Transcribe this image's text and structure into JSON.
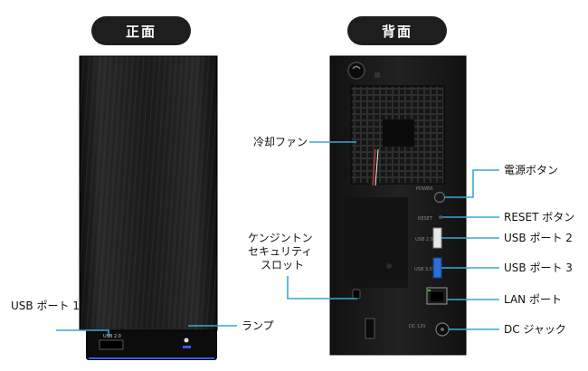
{
  "headings": {
    "front": "正面",
    "back": "背面"
  },
  "labels": {
    "usb_port_1": "USB ポート 1",
    "lamp": "ランプ",
    "cooling_fan": "冷却ファン",
    "kensington_line1": "ケンジントン",
    "kensington_line2": "セキュリティ",
    "kensington_line3": "スロット",
    "power_button": "電源ボタン",
    "reset_button": "RESET ボタン",
    "usb_port_2": "USB ポート 2",
    "usb_port_3": "USB ポート 3",
    "lan_port": "LAN ポート",
    "dc_jack": "DC ジャック"
  },
  "device_markings": {
    "front_usb": "USB 2.0",
    "back_usb2": "USB 2.0",
    "back_usb3": "USB 3.0",
    "back_power": "POWER",
    "back_reset": "RESET",
    "back_dc": "DC 12V"
  },
  "colors": {
    "leader": "#35a9d6",
    "pill_bg": "#1e1e1e",
    "device_body": "#1a1a1a",
    "usb3_blue": "#2a6fd6",
    "lamp_blue": "#3b5bdb"
  }
}
